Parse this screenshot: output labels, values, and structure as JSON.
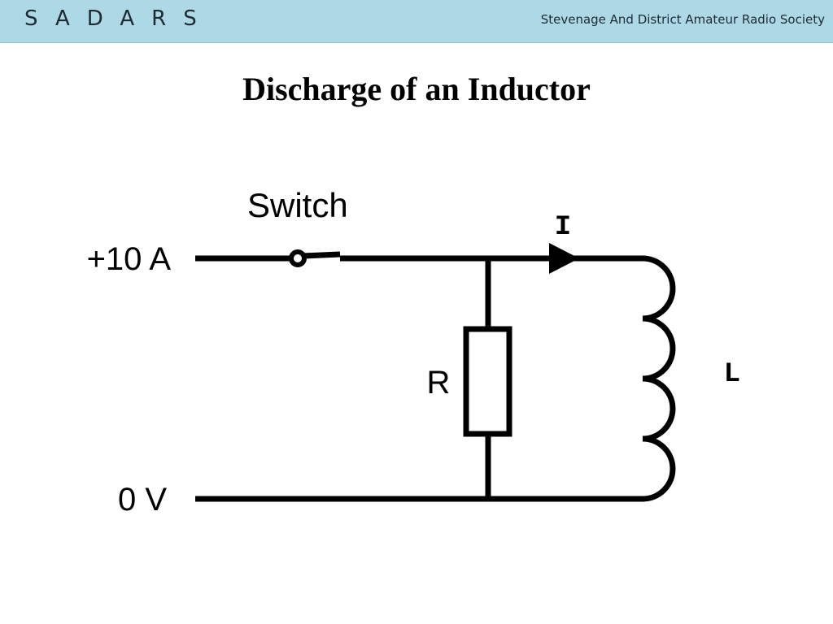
{
  "header": {
    "logo": "SADARS",
    "org_name": "Stevenage And District Amateur Radio Society",
    "background_color": "#add8e6"
  },
  "slide": {
    "title": "Discharge of an Inductor"
  },
  "diagram": {
    "labels": {
      "top_terminal": "+10 A",
      "bottom_terminal": "0 V",
      "switch": "Switch",
      "current": "I",
      "resistor": "R",
      "inductor": "L"
    },
    "components": [
      "switch",
      "resistor",
      "inductor",
      "current-arrow"
    ]
  }
}
